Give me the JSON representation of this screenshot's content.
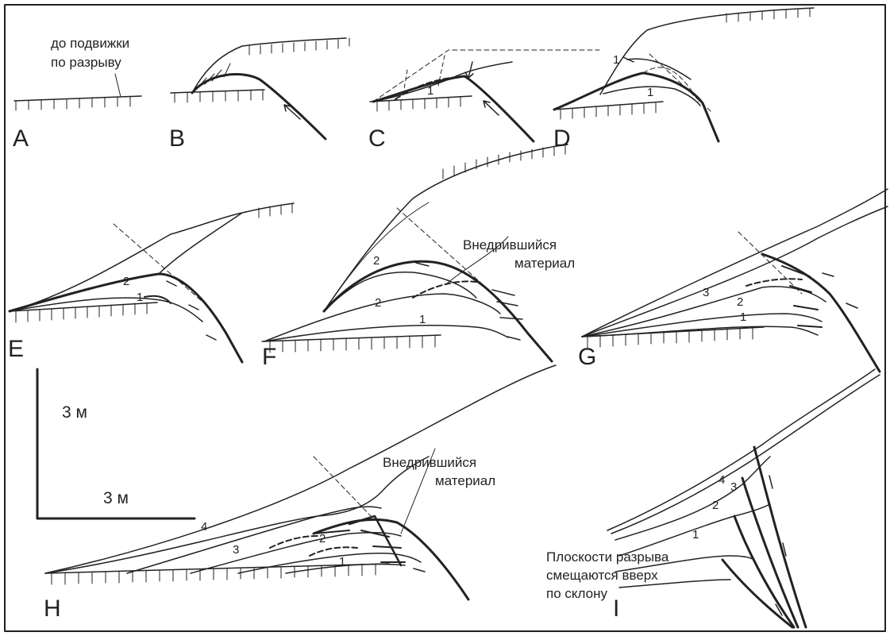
{
  "panels": {
    "A": "A",
    "B": "B",
    "C": "C",
    "D": "D",
    "E": "E",
    "F": "F",
    "G": "G",
    "H": "H",
    "I": "I"
  },
  "notes": {
    "before_slip_line1": "до подвижки",
    "before_slip_line2": "по разрыву",
    "injected_F_line1": "Внедрившийся",
    "injected_F_line2": "материал",
    "injected_H_line1": "Внедрившийся",
    "injected_H_line2": "материал",
    "planes_line1": "Плоскости разрыва",
    "planes_line2": "смещаются вверх",
    "planes_line3": "по склону"
  },
  "scale": {
    "vertical": "3 м",
    "horizontal": "3 м"
  },
  "unit_numbers": {
    "C": [
      "1"
    ],
    "D": [
      "1",
      "1"
    ],
    "E": [
      "2",
      "1"
    ],
    "F": [
      "2",
      "2",
      "1"
    ],
    "G": [
      "3",
      "2",
      "1"
    ],
    "H": [
      "4",
      "3",
      "2",
      "1"
    ],
    "I": [
      "4",
      "3",
      "2",
      "1"
    ]
  },
  "colors": {
    "ink": "#222222",
    "paper": "#ffffff"
  }
}
